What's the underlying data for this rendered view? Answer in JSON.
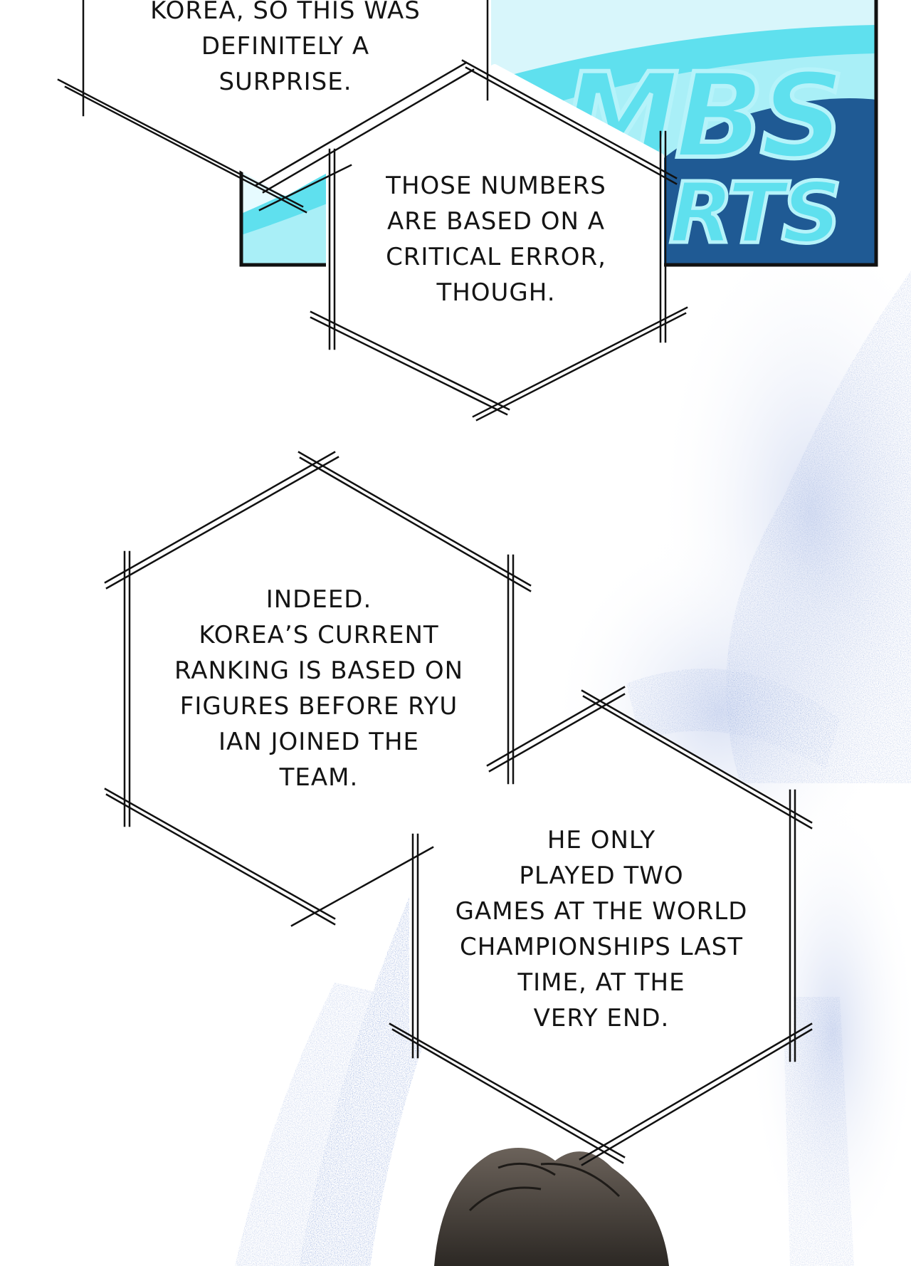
{
  "panel": {
    "logo": {
      "line1": "MBS",
      "line2": "RTS",
      "colors": {
        "cyan": "#5fe0ee",
        "navy": "#1f5a94",
        "light": "#e6fbff",
        "frame": "#111111"
      }
    }
  },
  "bubbles": [
    {
      "text": "KOREA, SO THIS WAS\nDEFINITELY A\nSURPRISE."
    },
    {
      "text": "THOSE NUMBERS\nARE BASED ON A\nCRITICAL ERROR,\nTHOUGH."
    },
    {
      "text": "INDEED.\nKOREA’S CURRENT\nRANKING IS BASED ON\nFIGURES BEFORE RYU\nIAN JOINED THE\nTEAM."
    },
    {
      "text": "HE ONLY\nPLAYED TWO\nGAMES AT THE WORLD\nCHAMPIONSHIPS LAST\nTIME, AT THE\nVERY END."
    }
  ],
  "colors": {
    "ink": "#141414",
    "spray": "#4a67b8",
    "hair": "#4a4540"
  }
}
